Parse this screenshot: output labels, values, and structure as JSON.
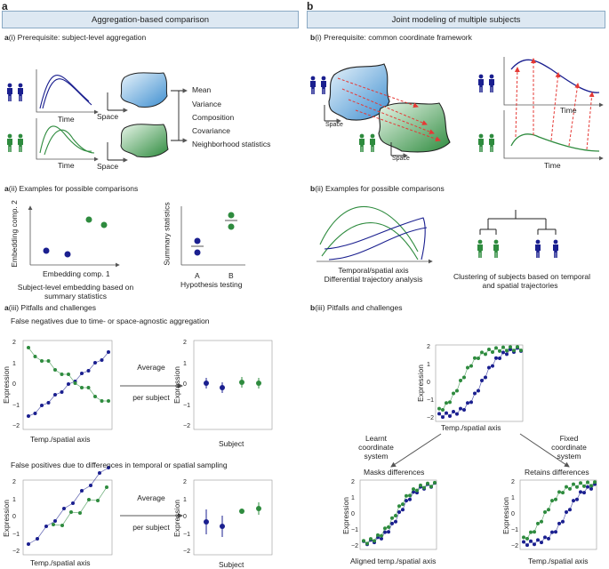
{
  "panels": {
    "a": {
      "letter": "a",
      "header": "Aggregation-based comparison",
      "i": {
        "tag": "a",
        "title": "(i) Prerequisite: subject-level aggregation",
        "time1": "Time",
        "time2": "Time",
        "space1": "Space",
        "space2": "Space",
        "stats": [
          "Mean",
          "Variance",
          "Composition",
          "Covariance",
          "Neighborhood statistics"
        ]
      },
      "ii": {
        "tag": "a",
        "title": "(ii) Examples for possible comparisons",
        "ylabel1": "Embedding comp. 2",
        "xlabel1": "Embedding comp. 1",
        "caption1": "Subject-level embedding based on summary statistics",
        "ylabel2": "Summary statistics",
        "xA": "A",
        "xB": "B",
        "caption2": "Hypothesis testing"
      },
      "iii": {
        "tag": "a",
        "title": "(iii) Pitfalls and challenges",
        "fn_title": "False negatives due to time- or space-agnostic aggregation",
        "fp_title": "False positives due to differences in temporal or spatial sampling",
        "avg1": "Average",
        "avg2": "per subject",
        "ylabel": "Expression",
        "xlabel": "Temp./spatial axis",
        "subject": "Subject",
        "ticks": [
          "2",
          "1",
          "0",
          "−1",
          "−2"
        ]
      }
    },
    "b": {
      "letter": "b",
      "header": "Joint modeling of multiple subjects",
      "i": {
        "tag": "b",
        "title": "(i) Prerequisite: common coordinate framework",
        "space1": "Space",
        "space2": "Space",
        "time1": "Time",
        "time2": "Time"
      },
      "ii": {
        "tag": "b",
        "title": "(ii) Examples for possible comparisons",
        "caption1a": "Temporal/spatial axis",
        "caption1b": "Differential trajectory analysis",
        "caption2a": "Clustering of subjects based on temporal",
        "caption2b": "and spatial trajectories"
      },
      "iii": {
        "tag": "b",
        "title": "(iii) Pitfalls and challenges",
        "ylabel": "Expression",
        "xlabel": "Temp./spatial axis",
        "xlabel_aligned": "Aligned temp./spatial axis",
        "learnt": [
          "Learnt",
          "coordinate",
          "system"
        ],
        "fixed": [
          "Fixed",
          "coordinate",
          "system"
        ],
        "masks": "Masks differences",
        "retains": "Retains differences",
        "ticks": [
          "2",
          "1",
          "0",
          "−1",
          "−2"
        ]
      }
    }
  },
  "colors": {
    "blue": "#1a1f8f",
    "green": "#2e8b3e",
    "header_bg": "#dde8f2",
    "header_border": "#8aa9c4",
    "arrow_red": "#e53935"
  }
}
